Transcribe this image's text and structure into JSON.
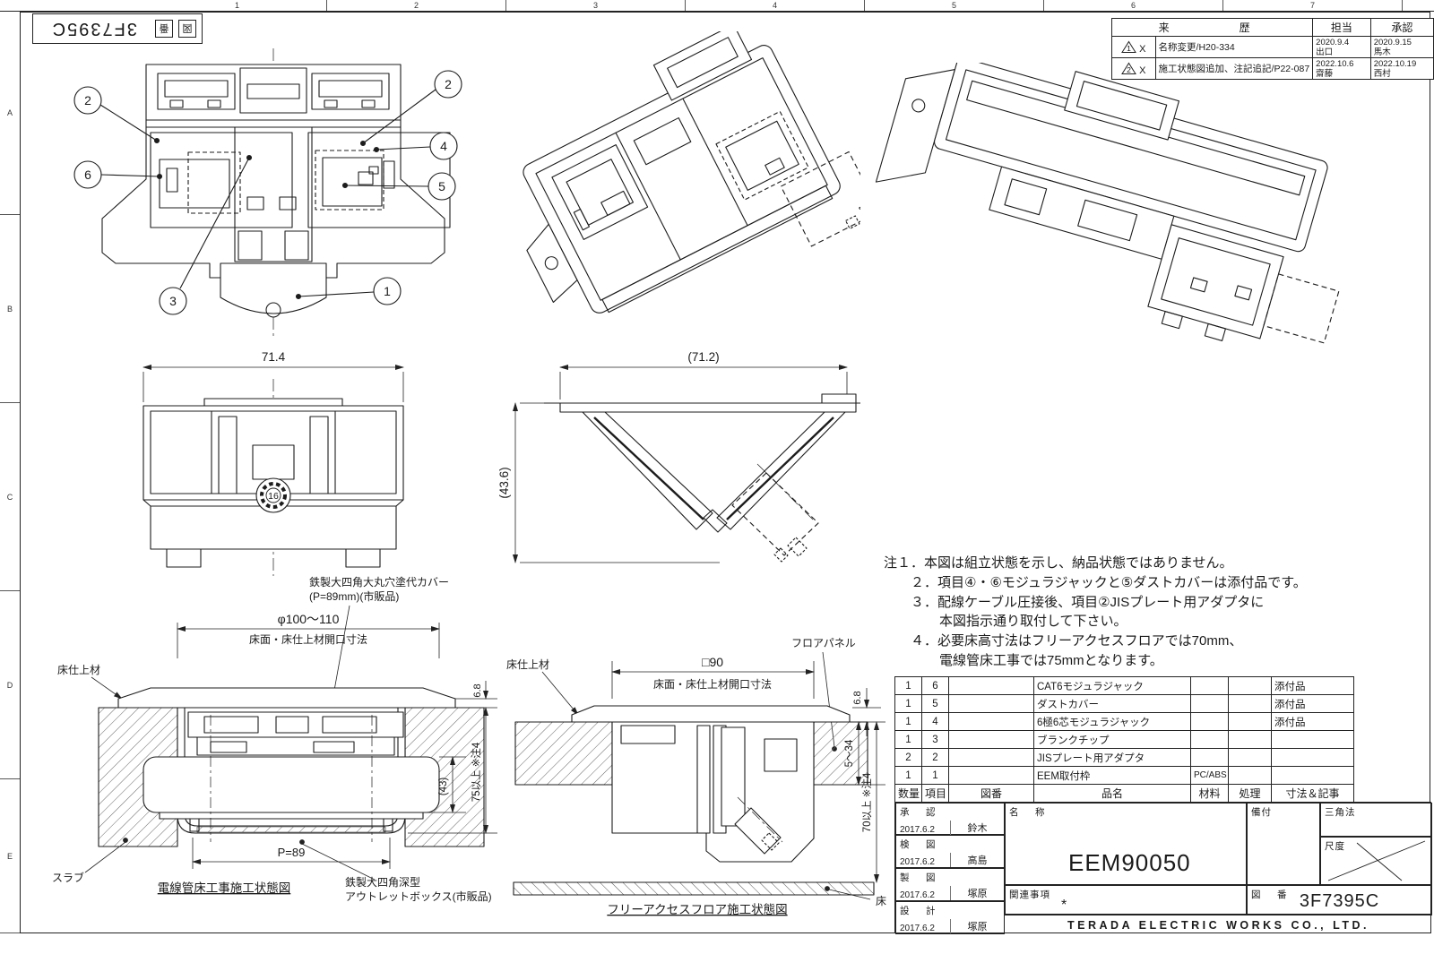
{
  "frame": {
    "columns": [
      "1",
      "2",
      "3",
      "4",
      "5",
      "6",
      "7"
    ],
    "rows": [
      "A",
      "B",
      "C",
      "D",
      "E"
    ],
    "stamp_box1": "図",
    "stamp_box2": "番",
    "stamp_number": "3F7395C"
  },
  "revision": {
    "header_history": "来　　歴",
    "header_charge": "担当",
    "header_approve": "承認",
    "rows": [
      {
        "mark": "1",
        "flag": "X",
        "desc": "名称変更/H20-334",
        "charge_date": "2020.9.4",
        "charge_name": "出口",
        "approve_date": "2020.9.15",
        "approve_name": "馬木"
      },
      {
        "mark": "2",
        "flag": "X",
        "desc": "施工状態図追加、注記追記/P22-087",
        "charge_date": "2022.10.6",
        "charge_name": "齋藤",
        "approve_date": "2022.10.19",
        "approve_name": "西村"
      }
    ]
  },
  "plan_view": {
    "callouts": [
      "2",
      "6",
      "3",
      "2",
      "4",
      "5",
      "1"
    ],
    "dial": "16",
    "dim_width": "71.4"
  },
  "side_view": {
    "dim_width": "(71.2)",
    "dim_height": "(43.6)"
  },
  "notes": [
    {
      "indent": 0,
      "text": "注１．本図は組立状態を示し、納品状態ではありません。"
    },
    {
      "indent": 1,
      "text": "２．項目④・⑥モジュラジャックと⑤ダストカバーは添付品です。"
    },
    {
      "indent": 1,
      "text": "３．配線ケーブル圧接後、項目②JISプレート用アダプタに"
    },
    {
      "indent": 2,
      "text": "本図指示通り取付して下さい。"
    },
    {
      "indent": 1,
      "text": "４．必要床高寸法はフリーアクセスフロアでは70mm、"
    },
    {
      "indent": 2,
      "text": "電線管床工事では75mmとなります。"
    }
  ],
  "conduit_view": {
    "cover_label_1": "鉄製大四角大丸穴塗代カバー",
    "cover_label_2": "(P=89mm)(市販品)",
    "dim_dia": "φ100～110",
    "dim_opening": "床面・床仕上材開口寸法",
    "floor_finish": "床仕上材",
    "dim_68": "6.8",
    "dim_43": "(43)",
    "dim_75": "75以上 ※注4",
    "dim_p89": "P=89",
    "slab": "スラブ",
    "box_label_1": "鉄製大四角深型",
    "box_label_2": "アウトレットボックス(市販品)",
    "caption": "電線管床工事施工状態図"
  },
  "floor_view": {
    "dim_sq": "□90",
    "dim_opening": "床面・床仕上材開口寸法",
    "floor_finish": "床仕上材",
    "panel": "フロアパネル",
    "dim_68": "6.8",
    "dim_534": "5～34",
    "dim_70": "70以上 ※注4",
    "floor": "床",
    "caption": "フリーアクセスフロア施工状態図"
  },
  "parts_table": {
    "headers": [
      "数量",
      "項目",
      "図番",
      "品名",
      "材料",
      "処理",
      "寸法＆記事"
    ],
    "rows": [
      [
        "1",
        "6",
        "",
        "CAT6モジュラジャック",
        "",
        "",
        "添付品"
      ],
      [
        "1",
        "5",
        "",
        "ダストカバー",
        "",
        "",
        "添付品"
      ],
      [
        "1",
        "4",
        "",
        "6極6芯モジュラジャック",
        "",
        "",
        "添付品"
      ],
      [
        "1",
        "3",
        "",
        "ブランクチップ",
        "",
        "",
        ""
      ],
      [
        "2",
        "2",
        "",
        "JISプレート用アダプタ",
        "",
        "",
        ""
      ],
      [
        "1",
        "1",
        "",
        "EEM取付枠",
        "PC/ABS",
        "",
        ""
      ]
    ]
  },
  "title_block": {
    "approvals": [
      {
        "label": "承　認",
        "date": "2017.6.2",
        "name": "鈴木"
      },
      {
        "label": "検　図",
        "date": "2017.6.2",
        "name": "高島"
      },
      {
        "label": "製　図",
        "date": "2017.6.2",
        "name": "塚原"
      },
      {
        "label": "設　計",
        "date": "2017.6.2",
        "name": "塚原"
      }
    ],
    "name_label": "名　称",
    "name_value": "EEM90050",
    "related_label": "関連事項",
    "related_value": "*",
    "drawing_no_label": "図　番",
    "drawing_no_value": "3F7395C",
    "attach_label": "備付",
    "method_label": "三角法",
    "scale_label": "尺度",
    "company": "TERADA ELECTRIC WORKS CO., LTD."
  }
}
